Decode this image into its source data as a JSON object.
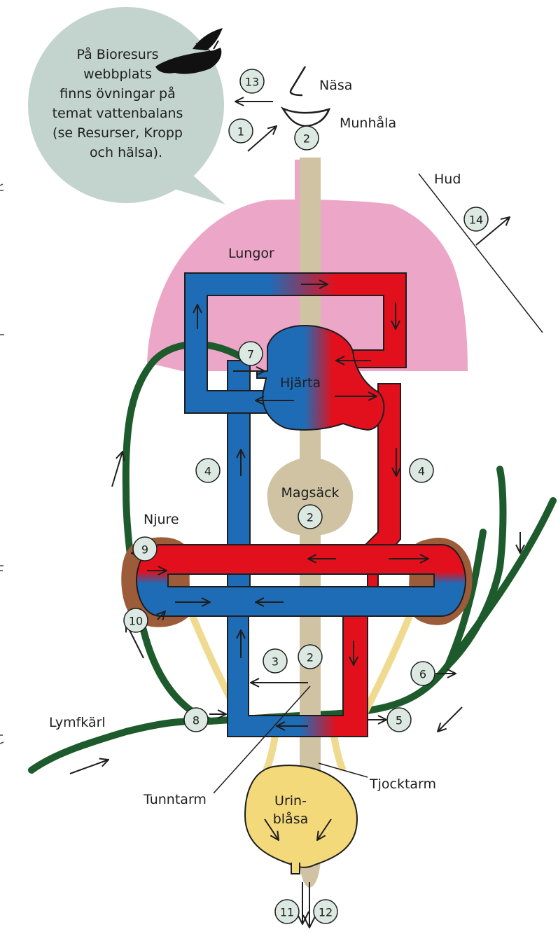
{
  "callout": {
    "lines": [
      "På Bioresurs",
      "webbplats",
      "finns övningar på",
      "temat vattenbalans",
      "(se Resurser, Kropp",
      "och hälsa)."
    ],
    "icon": "moth-icon"
  },
  "labels": {
    "nose": "Näsa",
    "mouth": "Munhåla",
    "skin": "Hud",
    "lungs": "Lungor",
    "heart": "Hjärta",
    "stomach": "Magsäck",
    "kidney": "Njure",
    "lymph": "Lymfkärl",
    "small_intestine": "Tunntarm",
    "large_intestine": "Tjocktarm",
    "bladder_1": "Urin-",
    "bladder_2": "blåsa"
  },
  "markers": {
    "m1": "1",
    "m2a": "2",
    "m2b": "2",
    "m2c": "2",
    "m3": "3",
    "m4a": "4",
    "m4b": "4",
    "m5": "5",
    "m6": "6",
    "m7": "7",
    "m8": "8",
    "m9": "9",
    "m10": "10",
    "m11": "11",
    "m12": "12",
    "m13": "13",
    "m14": "14"
  },
  "colors": {
    "lung": "#eca6c8",
    "blue": "#1f6cb6",
    "red": "#e2101c",
    "green": "#1d5a2c",
    "kidney": "#9c5c3a",
    "tube": "#cfc3a4",
    "bladder": "#f3d97a",
    "bubble": "#c2d4cd",
    "marker_fill": "#dce9e3"
  }
}
